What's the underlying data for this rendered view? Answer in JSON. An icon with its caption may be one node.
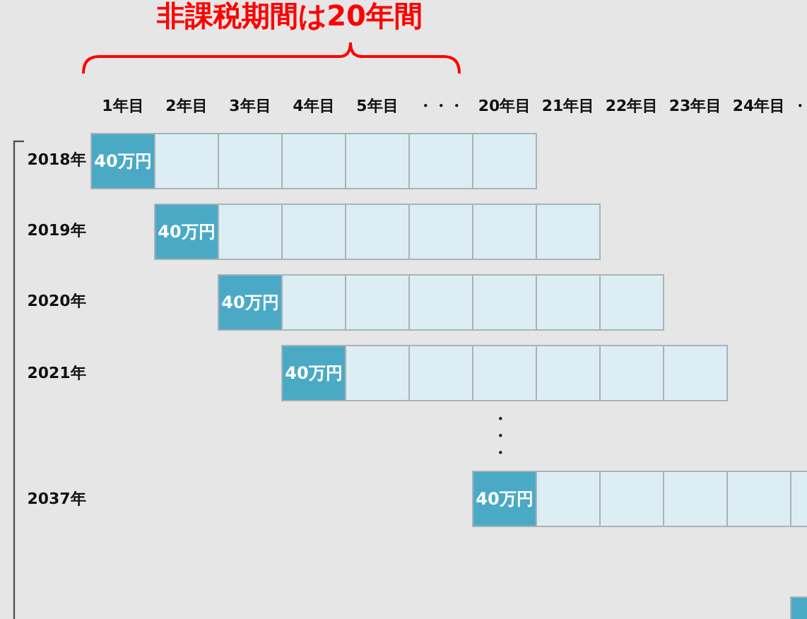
{
  "diagram": {
    "title": "非課税期間は20年間",
    "nodes": [
      {
        "text": [
          "40万円"
        ]
      },
      {
        "text": [],
        "shape": "box"
      },
      {
        "text": [],
        "shape": "box"
      },
      {
        "text": [],
        "shape": "box"
      },
      {
        "text": [],
        "shape": "box"
      },
      {
        "text": [],
        "shape": "box"
      },
      {
        "text": [],
        "shape": "box"
      },
      {
        "text": [
          "40万円"
        ]
      },
      {
        "text": [],
        "shape": "box"
      },
      {
        "text": [],
        "shape": "box"
      },
      {
        "text": [],
        "shape": "box"
      },
      {
        "text": [],
        "shape": "box"
      },
      {
        "text": [],
        "shape": "box"
      },
      {
        "text": [],
        "shape": "box"
      },
      {
        "text": [
          "40万円"
        ]
      },
      {
        "text": [],
        "shape": "box"
      },
      {
        "text": [],
        "shape": "box"
      },
      {
        "text": [],
        "shape": "box"
      },
      {
        "text": [],
        "shape": "box"
      },
      {
        "text": [],
        "shape": "box"
      },
      {
        "text": [],
        "shape": "box"
      },
      {
        "text": [
          "40万円"
        ]
      },
      {
        "text": [],
        "shape": "box"
      },
      {
        "text": [],
        "shape": "box"
      },
      {
        "text": [],
        "shape": "box"
      },
      {
        "text": [],
        "shape": "box"
      },
      {
        "text": [],
        "shape": "box"
      },
      {
        "text": [],
        "shape": "box"
      },
      {
        "text": [
          "40万円"
        ]
      },
      {
        "text": [],
        "shape": "box"
      },
      {
        "text": [],
        "shape": "box"
      },
      {
        "text": [],
        "shape": "box"
      },
      {
        "text": [],
        "shape": "box"
      },
      {
        "text": [],
        "shape": "box"
      },
      {
        "text": [],
        "shape": "box"
      }
    ],
    "labels": [
      "1年目",
      "2年目",
      "3年目",
      "4年目",
      "5年目",
      "・・・",
      "20年目",
      "21年目",
      "22年目",
      "23年目",
      "24年目",
      "・",
      "2018年",
      "2019年",
      "2020年",
      "2021年",
      "・・・",
      "2037年"
    ]
  }
}
